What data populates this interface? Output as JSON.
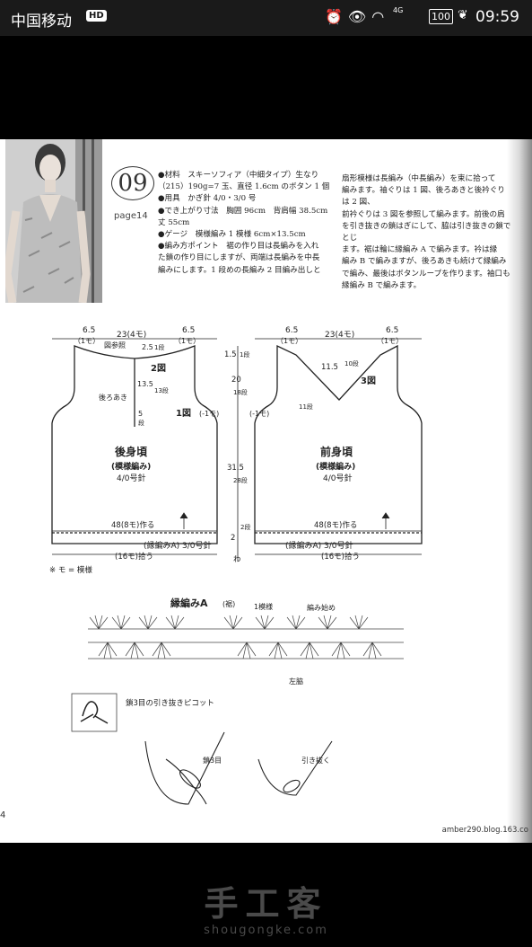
{
  "status": {
    "carrier": "中国移动",
    "hd": "HD",
    "net": "4G",
    "battery": "100",
    "time": "09:59",
    "icons": [
      "alarm-icon",
      "eye-icon",
      "wifi-icon",
      "leaf-icon"
    ]
  },
  "pattern": {
    "number": "09",
    "page_ref": "page14",
    "materials_col": [
      "●材料　スキーソフィア（中細タイプ）生なり",
      "（215）190g=7 玉、直径 1.6cm のボタン 1 個",
      "●用具　かぎ針 4/0・3/0 号",
      "●でき上がり寸法　胸囲 96cm　背肩幅 38.5cm",
      "丈 55cm",
      "●ゲージ　模様編み 1 模様 6cm×13.5cm",
      "●編み方ポイント　裾の作り目は長編みを入れ",
      "た鎖の作り目にしますが、両端は長編みを中長",
      "編みにします。1 段めの長編み 2 目編み出しと"
    ],
    "instructions_col": [
      "扇形模様は長編み（中長編み）を束に拾って",
      "編みます。袖ぐりは 1 図、後ろあきと後衿ぐりは 2 図、",
      "前衿ぐりは 3 図を参照して編みます。前後の肩",
      "を引き抜きの鎖はぎにして、脇は引き抜きの鎖でとじ",
      "ます。裾は輪に縁編み A で編みます。衿は縁",
      "編み B で編みますが、後ろあきも続けて縁編み",
      "で編み、最後はボタンループを作ります。袖口も",
      "縁編み B で編みます。"
    ]
  },
  "back": {
    "shoulder_l": "6.5",
    "shoulder_l_sub": "（1モ）",
    "neck": "23(4モ)",
    "shoulder_r": "6.5",
    "shoulder_r_sub": "（1モ）",
    "fig_ref": "図参照",
    "fig2": "2図",
    "d25": "2.5",
    "d1dan": "1段",
    "d135": "13.5",
    "d13dan": "13段",
    "opening": "後ろあき",
    "d5": "5",
    "d5dan": "段",
    "fig1": "1図",
    "dec": "(-1モ)",
    "title": "後身頃",
    "sub": "(模様編み)",
    "needle": "4/0号針",
    "chain": "48(8モ)作る",
    "border": "(縁編みA) 3/0号針",
    "pick": "(16モ)拾う"
  },
  "center": {
    "v15": "1.5",
    "d1": "1段",
    "v20": "20",
    "d18": "18段",
    "v315": "31.5",
    "d28": "28段",
    "v2": "2",
    "d2": "2段",
    "wa": "わ"
  },
  "front": {
    "shoulder_l": "6.5",
    "shoulder_l_sub": "（1モ）",
    "neck": "23(4モ)",
    "shoulder_r": "6.5",
    "shoulder_r_sub": "（1モ）",
    "v115": "11.5",
    "d10": "10段",
    "fig3": "3図",
    "d11": "11段",
    "dec": "(-1モ)",
    "title": "前身頃",
    "sub": "(模様編み)",
    "needle": "4/0号針",
    "chain": "48(8モ)作る",
    "border": "(縁編みA) 3/0号針",
    "pick": "(16モ)拾う"
  },
  "note": "※ モ = 模様",
  "edging": {
    "title": "縁編みA",
    "title_sub": "(裾)",
    "one_motif": "1模様",
    "start": "編み始め",
    "side": "左脇"
  },
  "picot": {
    "title": "鎖3目の引き抜きピコット",
    "chain3": "鎖3目",
    "pull": "引き抜く"
  },
  "page_number": "4",
  "site": "amber290.blog.163.co",
  "watermark": {
    "cn": "手工客",
    "en": "shougongke.com"
  }
}
